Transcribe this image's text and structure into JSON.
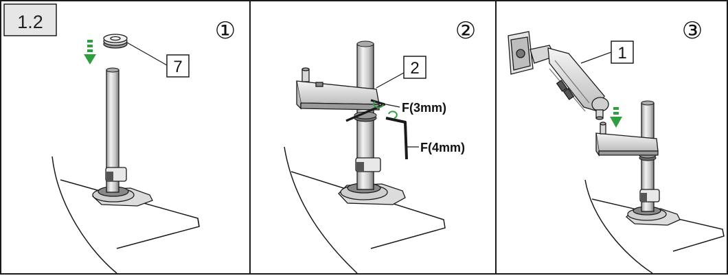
{
  "step_label": "1.2",
  "panels": [
    {
      "step": "①",
      "parts": [
        "7"
      ]
    },
    {
      "step": "②",
      "parts": [
        "2"
      ],
      "tools": [
        "F(3mm)",
        "F(4mm)"
      ]
    },
    {
      "step": "③",
      "parts": [
        "1"
      ]
    }
  ],
  "colors": {
    "arrow": "#2f9e3f",
    "line": "#1a1a1a",
    "fill_light": "#e9e9e9",
    "fill_mid": "#cfcfcf",
    "fill_dark": "#8a8a8a"
  }
}
